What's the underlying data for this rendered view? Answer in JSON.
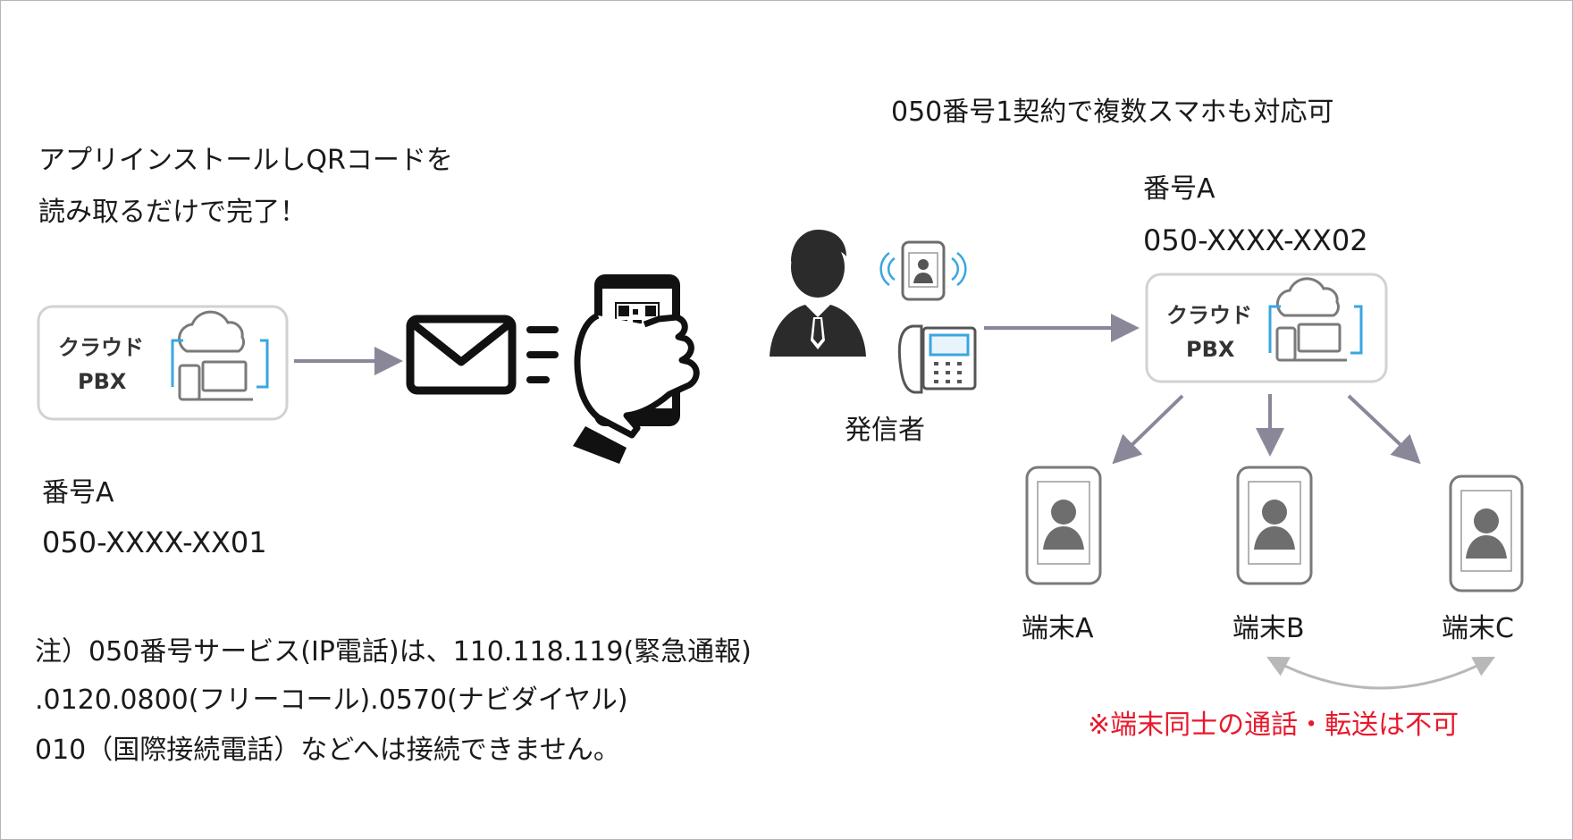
{
  "left": {
    "intro_line1": "アプリインストールしQRコードを",
    "intro_line2": "読み取るだけで完了！",
    "pbx_label_line1": "クラウド",
    "pbx_label_line2": "PBX",
    "number_label": "番号A",
    "number_value": "050-XXXX-XX01"
  },
  "note": {
    "line1": "注）050番号サービス(IP電話)は、110.118.119(緊急通報)",
    "line2": ".0120.0800(フリーコール).0570(ナビダイヤル)",
    "line3": "010（国際接続電話）などへは接続できません。"
  },
  "right": {
    "heading": "050番号1契約で複数スマホも対応可",
    "caller_label": "発信者",
    "number_label": "番号A",
    "number_value": "050-XXXX-XX02",
    "pbx_label_line1": "クラウド",
    "pbx_label_line2": "PBX",
    "terminals": [
      "端末A",
      "端末B",
      "端末C"
    ],
    "warning": "※端末同士の通話・転送は不可"
  },
  "colors": {
    "arrow": "#8a8898",
    "accent_blue": "#3aa6e0",
    "warning_red": "#e8192c",
    "icon_gray": "#7a7a7a"
  }
}
